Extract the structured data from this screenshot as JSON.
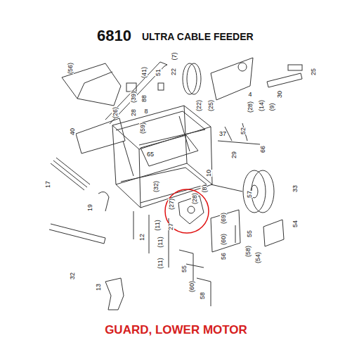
{
  "diagram": {
    "title": "6810",
    "caption": "GUARD, LOWER MOTOR",
    "labels": [
      "ULTRA CABLE FEEDER",
      "(56)",
      "(26)",
      "28",
      "(39)",
      "(41)",
      "8",
      "51",
      "22",
      "(7)",
      "(22)",
      "(25)",
      "4",
      "(28)",
      "(14)",
      "(9)",
      "30",
      "25",
      "40",
      "88",
      "(59)",
      "65",
      "37",
      "52",
      "29",
      "66",
      "10",
      "17",
      "19",
      "(32)",
      "(27)",
      "(28)",
      "27",
      "(8)",
      "57",
      "33",
      "12",
      "(11)",
      "(11)",
      "(11)",
      "(69)",
      "55",
      "(58)",
      "(54)",
      "54",
      "(60)",
      "56",
      "32",
      "13",
      "55",
      "(60)",
      "58"
    ]
  }
}
